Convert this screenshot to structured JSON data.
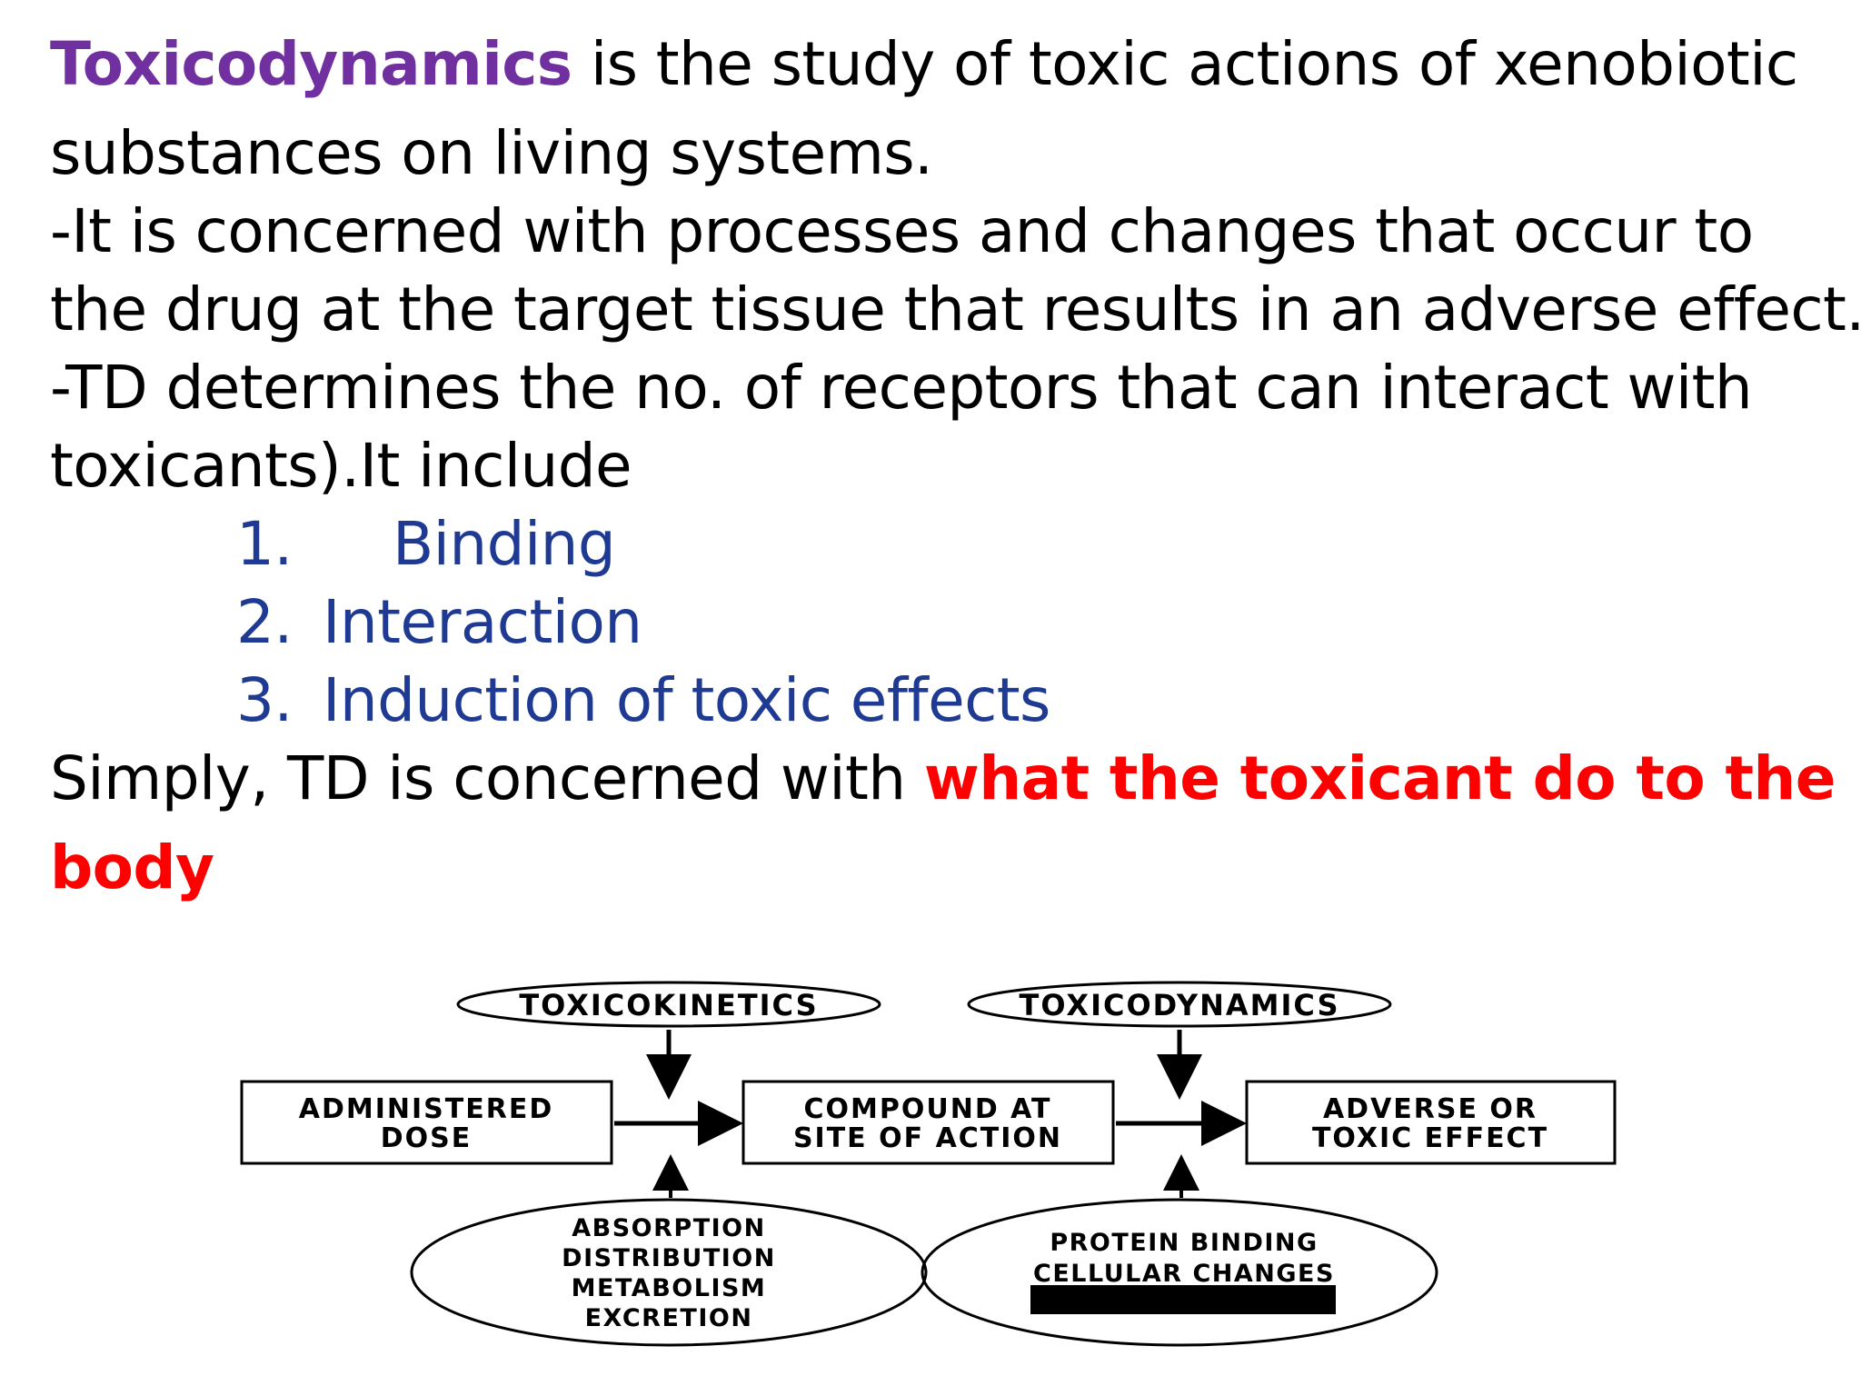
{
  "intro": {
    "term": "Toxicodynamics",
    "line1_rest": " is the study of toxic actions of xenobiotic",
    "line2": "substances on living systems.",
    "line3": "-It is concerned with processes and changes that occur to",
    "line4": "the drug at the target tissue that results in an adverse effect.",
    "line5": "-TD determines the no. of  receptors that can interact with",
    "line6": "toxicants).It include"
  },
  "list": [
    {
      "num": "1.",
      "label": "Binding"
    },
    {
      "num": "2.",
      "label": "Interaction"
    },
    {
      "num": "3.",
      "label": "Induction of toxic effects"
    }
  ],
  "summary": {
    "prefix": "Simply, TD is concerned with ",
    "emphasis_line1": "what the toxicant do to the",
    "emphasis_line2": "body"
  },
  "diagram": {
    "toxicokinetics": "TOXICOKINETICS",
    "toxicodynamics": "TOXICODYNAMICS",
    "administered_dose": [
      "ADMINISTERED",
      "DOSE"
    ],
    "compound_site": [
      "COMPOUND AT",
      "SITE OF ACTION"
    ],
    "adverse_effect": [
      "ADVERSE OR",
      "TOXIC EFFECT"
    ],
    "adme": [
      "ABSORPTION",
      "DISTRIBUTION",
      "METABOLISM",
      "EXCRETION"
    ],
    "protein": [
      "PROTEIN BINDING",
      "CELLULAR CHANGES"
    ]
  },
  "colors": {
    "term": "#7030a0",
    "list": "#1f3a93",
    "emphasis": "#ff0000"
  }
}
